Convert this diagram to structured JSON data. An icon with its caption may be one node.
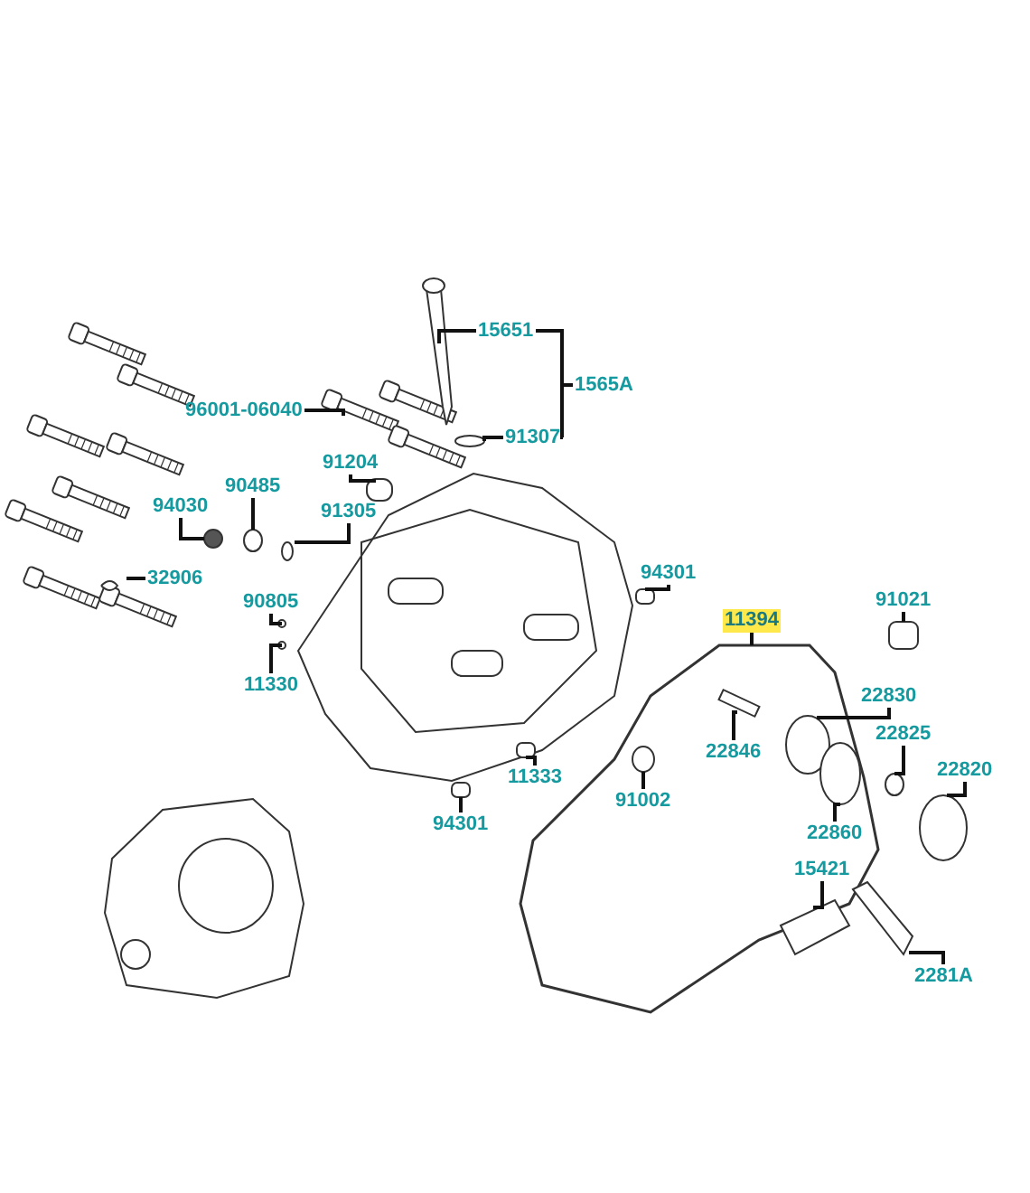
{
  "diagram": {
    "nodes": [
      {
        "text": [
          "15651"
        ]
      },
      {
        "text": [
          "1565A"
        ]
      },
      {
        "text": [
          "91307"
        ]
      },
      {
        "text": [
          "96001-06040"
        ]
      },
      {
        "text": [
          "91204"
        ]
      },
      {
        "text": [
          "90485"
        ]
      },
      {
        "text": [
          "94030"
        ]
      },
      {
        "text": [
          "91305"
        ]
      },
      {
        "text": [
          "32906"
        ]
      },
      {
        "text": [
          "90805"
        ]
      },
      {
        "text": [
          "11330"
        ]
      },
      {
        "text": [
          "94301"
        ]
      },
      {
        "text": [
          "11394"
        ]
      },
      {
        "text": [
          "91021"
        ]
      },
      {
        "text": [
          "22830"
        ]
      },
      {
        "text": [
          "22846"
        ]
      },
      {
        "text": [
          "22825"
        ]
      },
      {
        "text": [
          "22820"
        ]
      },
      {
        "text": [
          "11333"
        ]
      },
      {
        "text": [
          "91002"
        ]
      },
      {
        "text": [
          "94301"
        ]
      },
      {
        "text": [
          "22860"
        ]
      },
      {
        "text": [
          "15421"
        ]
      },
      {
        "text": [
          "2281A"
        ]
      }
    ],
    "edges": [
      {
        "from": 0,
        "to": null,
        "arrow": "none"
      },
      {
        "from": 1,
        "to": 0,
        "arrow": "none"
      },
      {
        "from": 1,
        "to": 2,
        "arrow": "none"
      },
      {
        "from": 2,
        "to": null,
        "arrow": "none"
      },
      {
        "from": 3,
        "to": null,
        "arrow": "none"
      },
      {
        "from": 4,
        "to": null,
        "arrow": "none"
      },
      {
        "from": 5,
        "to": null,
        "arrow": "none"
      },
      {
        "from": 6,
        "to": null,
        "arrow": "none"
      },
      {
        "from": 7,
        "to": null,
        "arrow": "none"
      },
      {
        "from": 8,
        "to": null,
        "arrow": "none"
      },
      {
        "from": 9,
        "to": null,
        "arrow": "none"
      },
      {
        "from": 10,
        "to": null,
        "arrow": "none"
      },
      {
        "from": 11,
        "to": null,
        "arrow": "none"
      },
      {
        "from": 12,
        "to": null,
        "arrow": "none"
      },
      {
        "from": 13,
        "to": null,
        "arrow": "none"
      },
      {
        "from": 14,
        "to": null,
        "arrow": "none"
      },
      {
        "from": 15,
        "to": null,
        "arrow": "none"
      },
      {
        "from": 16,
        "to": null,
        "arrow": "none"
      },
      {
        "from": 17,
        "to": null,
        "arrow": "none"
      },
      {
        "from": 18,
        "to": null,
        "arrow": "none"
      },
      {
        "from": 19,
        "to": null,
        "arrow": "none"
      },
      {
        "from": 20,
        "to": null,
        "arrow": "none"
      },
      {
        "from": 21,
        "to": null,
        "arrow": "none"
      },
      {
        "from": 22,
        "to": null,
        "arrow": "none"
      },
      {
        "from": 23,
        "to": null,
        "arrow": "none"
      }
    ]
  }
}
